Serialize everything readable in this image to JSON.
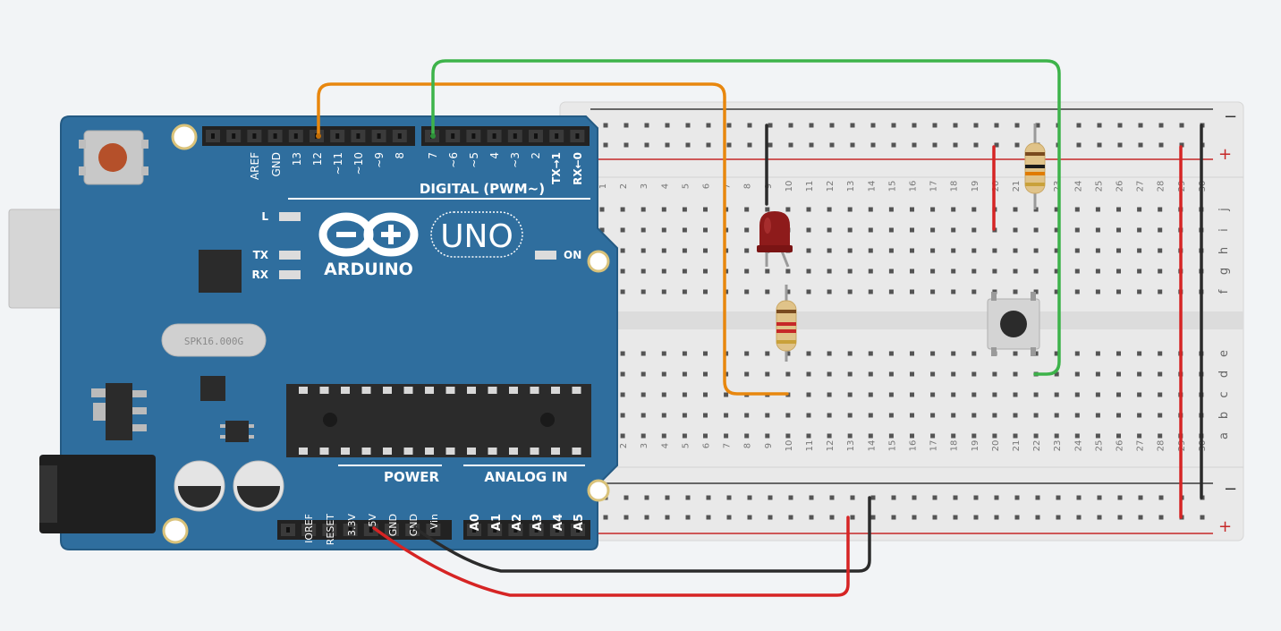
{
  "board": {
    "brand": "ARDUINO",
    "model": "UNO",
    "digital_header": "DIGITAL (PWM~)",
    "power_header": "POWER",
    "analog_header": "ANALOG IN",
    "crystal": "SPK16.000G",
    "led_l": "L",
    "led_tx": "TX",
    "led_rx": "RX",
    "led_on": "ON",
    "digital_pins": [
      "AREF",
      "GND",
      "13",
      "12",
      "~11",
      "~10",
      "~9",
      "8",
      "7",
      "~6",
      "~5",
      "4",
      "~3",
      "2",
      "TX→1",
      "RX←0"
    ],
    "power_pins": [
      "IOREF",
      "RESET",
      "3.3V",
      "5V",
      "GND",
      "GND",
      "Vin"
    ],
    "analog_pins": [
      "A0",
      "A1",
      "A2",
      "A3",
      "A4",
      "A5"
    ]
  },
  "breadboard": {
    "columns": 30,
    "rows_top": [
      "j",
      "i",
      "h",
      "g",
      "f"
    ],
    "rows_bottom": [
      "e",
      "d",
      "c",
      "b",
      "a"
    ],
    "rail_minus": "−",
    "rail_plus": "+"
  },
  "components": {
    "led": {
      "color": "#8e1b1b"
    },
    "resistor_led": {
      "bands": [
        "#7a4b1f",
        "#c62828",
        "#c62828",
        "#c9a13a"
      ]
    },
    "resistor_button": {
      "bands": [
        "#7a4b1f",
        "#1a1a1a",
        "#e07b00",
        "#c9a13a"
      ]
    },
    "button": {}
  },
  "wires": {
    "orange": "#e8870e",
    "green": "#3db34a",
    "red": "#d62424",
    "black": "#2b2b2b"
  },
  "colors": {
    "board": "#2f6e9e",
    "board_dark": "#245a83",
    "breadboard": "#e9e9e9",
    "hole": "#545454"
  }
}
